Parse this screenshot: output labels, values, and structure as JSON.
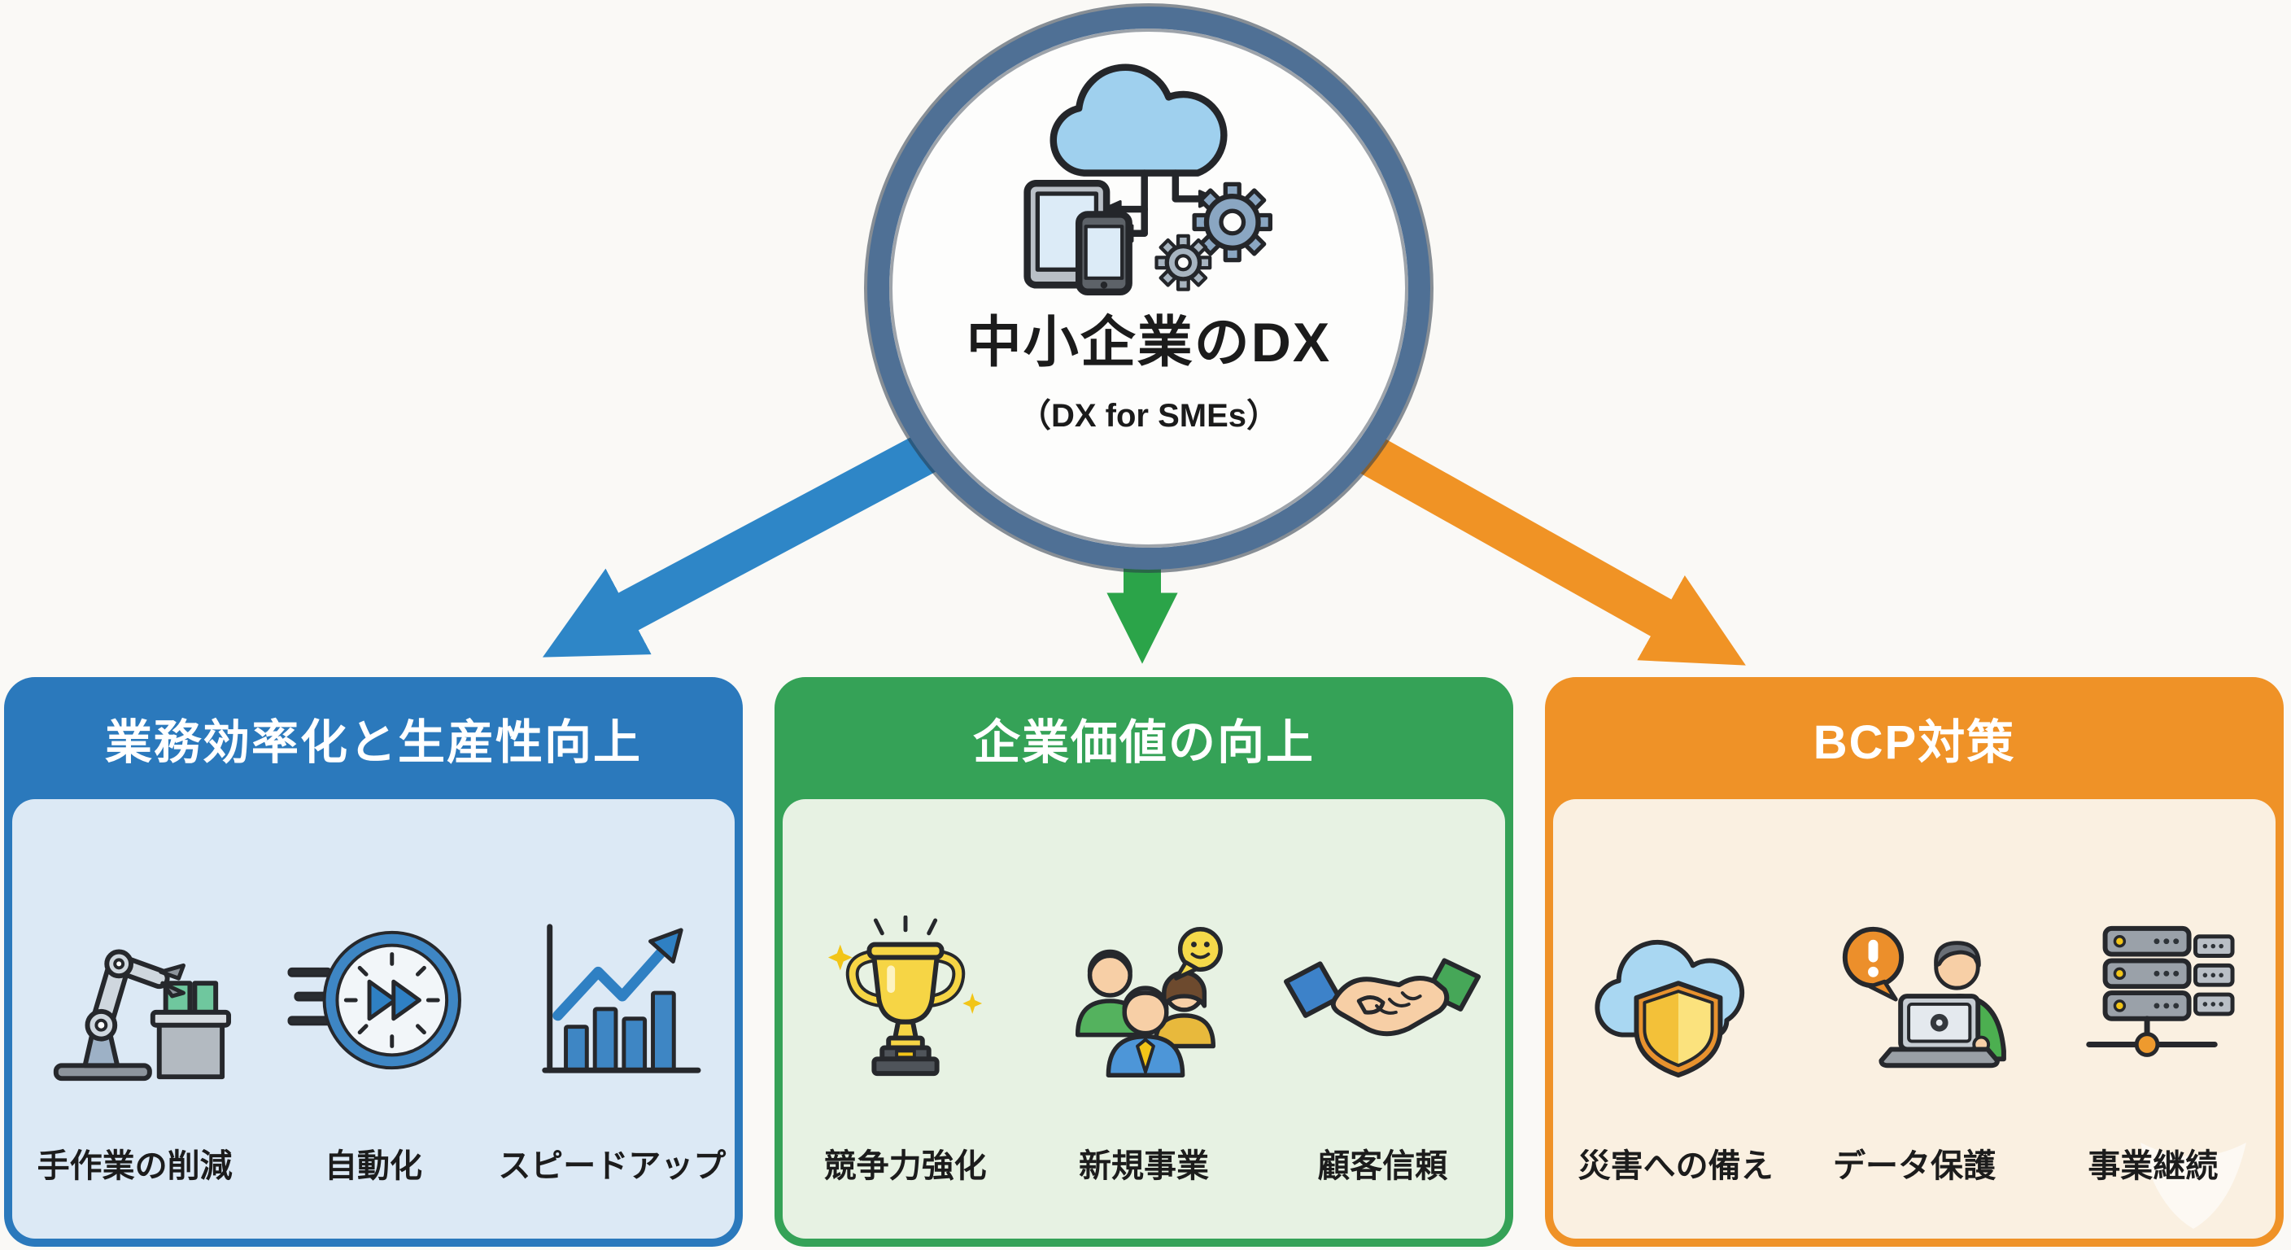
{
  "center": {
    "title": "中小企業のDX",
    "subtitle": "（DX for SMEs）",
    "icon": "cloud-devices-gears-icon",
    "ring_color": "#4f7095"
  },
  "arrows": [
    {
      "target": "efficiency",
      "color": "#2e86c7"
    },
    {
      "target": "value",
      "color": "#2ba449"
    },
    {
      "target": "bcp",
      "color": "#f09325"
    }
  ],
  "panels": [
    {
      "title": "業務効率化と生産性向上",
      "color": "#2b79bc",
      "light_color": "#dce9f5",
      "items": [
        {
          "label": "手作業の削減",
          "icon": "robot-arm-icon"
        },
        {
          "label": "自動化",
          "icon": "fast-forward-clock-icon"
        },
        {
          "label": "スピードアップ",
          "icon": "growth-chart-icon"
        }
      ]
    },
    {
      "title": "企業価値の向上",
      "color": "#35a257",
      "light_color": "#e7f2e3",
      "items": [
        {
          "label": "競争力強化",
          "icon": "trophy-icon"
        },
        {
          "label": "新規事業",
          "icon": "team-icon"
        },
        {
          "label": "顧客信頼",
          "icon": "handshake-icon"
        }
      ]
    },
    {
      "title": "BCP対策",
      "color": "#ef9227",
      "light_color": "#faf0e1",
      "items": [
        {
          "label": "災害への備え",
          "icon": "cloud-shield-icon"
        },
        {
          "label": "データ保護",
          "icon": "data-protection-icon"
        },
        {
          "label": "事業継続",
          "icon": "server-network-icon"
        }
      ]
    }
  ]
}
